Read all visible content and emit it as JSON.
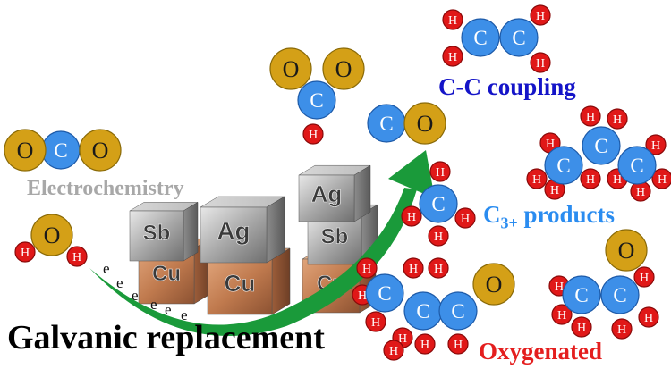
{
  "labels": {
    "electrochemistry": "Electrochemistry",
    "cc_coupling": "C-C coupling",
    "c3_main": "C",
    "c3_sub": "3+",
    "c3_rest": " products",
    "oxygenated": "Oxygenated",
    "galvanic": "Galvanic replacement"
  },
  "atoms": {
    "oxygen": "O",
    "carbon": "C",
    "hydrogen": "H"
  },
  "electron": "e",
  "cubes": {
    "antimony": "Sb",
    "silver": "Ag",
    "copper": "Cu"
  },
  "colors": {
    "oxygen": "#d4a017",
    "carbon": "#3d8fe8",
    "hydrogen": "#e01818",
    "arrow": "#1a9a3a",
    "cc_text": "#1414c8",
    "c3_text": "#2a8cf0",
    "oxy_text": "#e41e1e",
    "electro_text": "#a8a8a8"
  }
}
